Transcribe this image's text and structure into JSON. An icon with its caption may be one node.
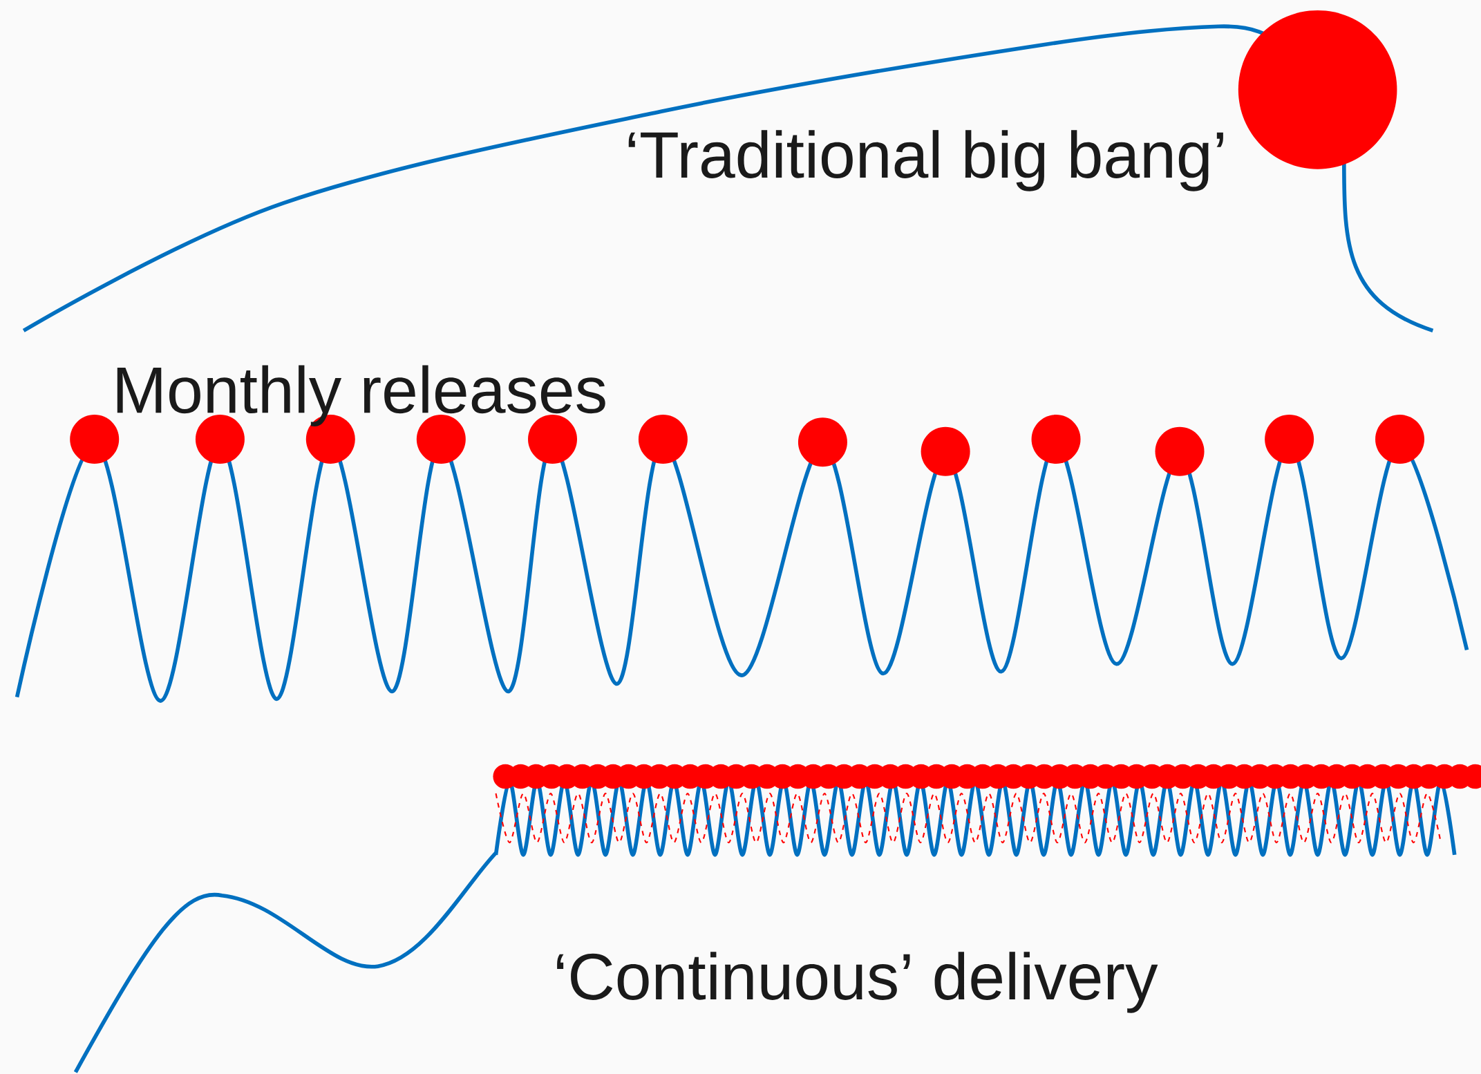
{
  "diagram": {
    "labels": [
      "‘Traditional big bang’",
      "Monthly releases",
      "‘Continuous’ delivery"
    ]
  }
}
